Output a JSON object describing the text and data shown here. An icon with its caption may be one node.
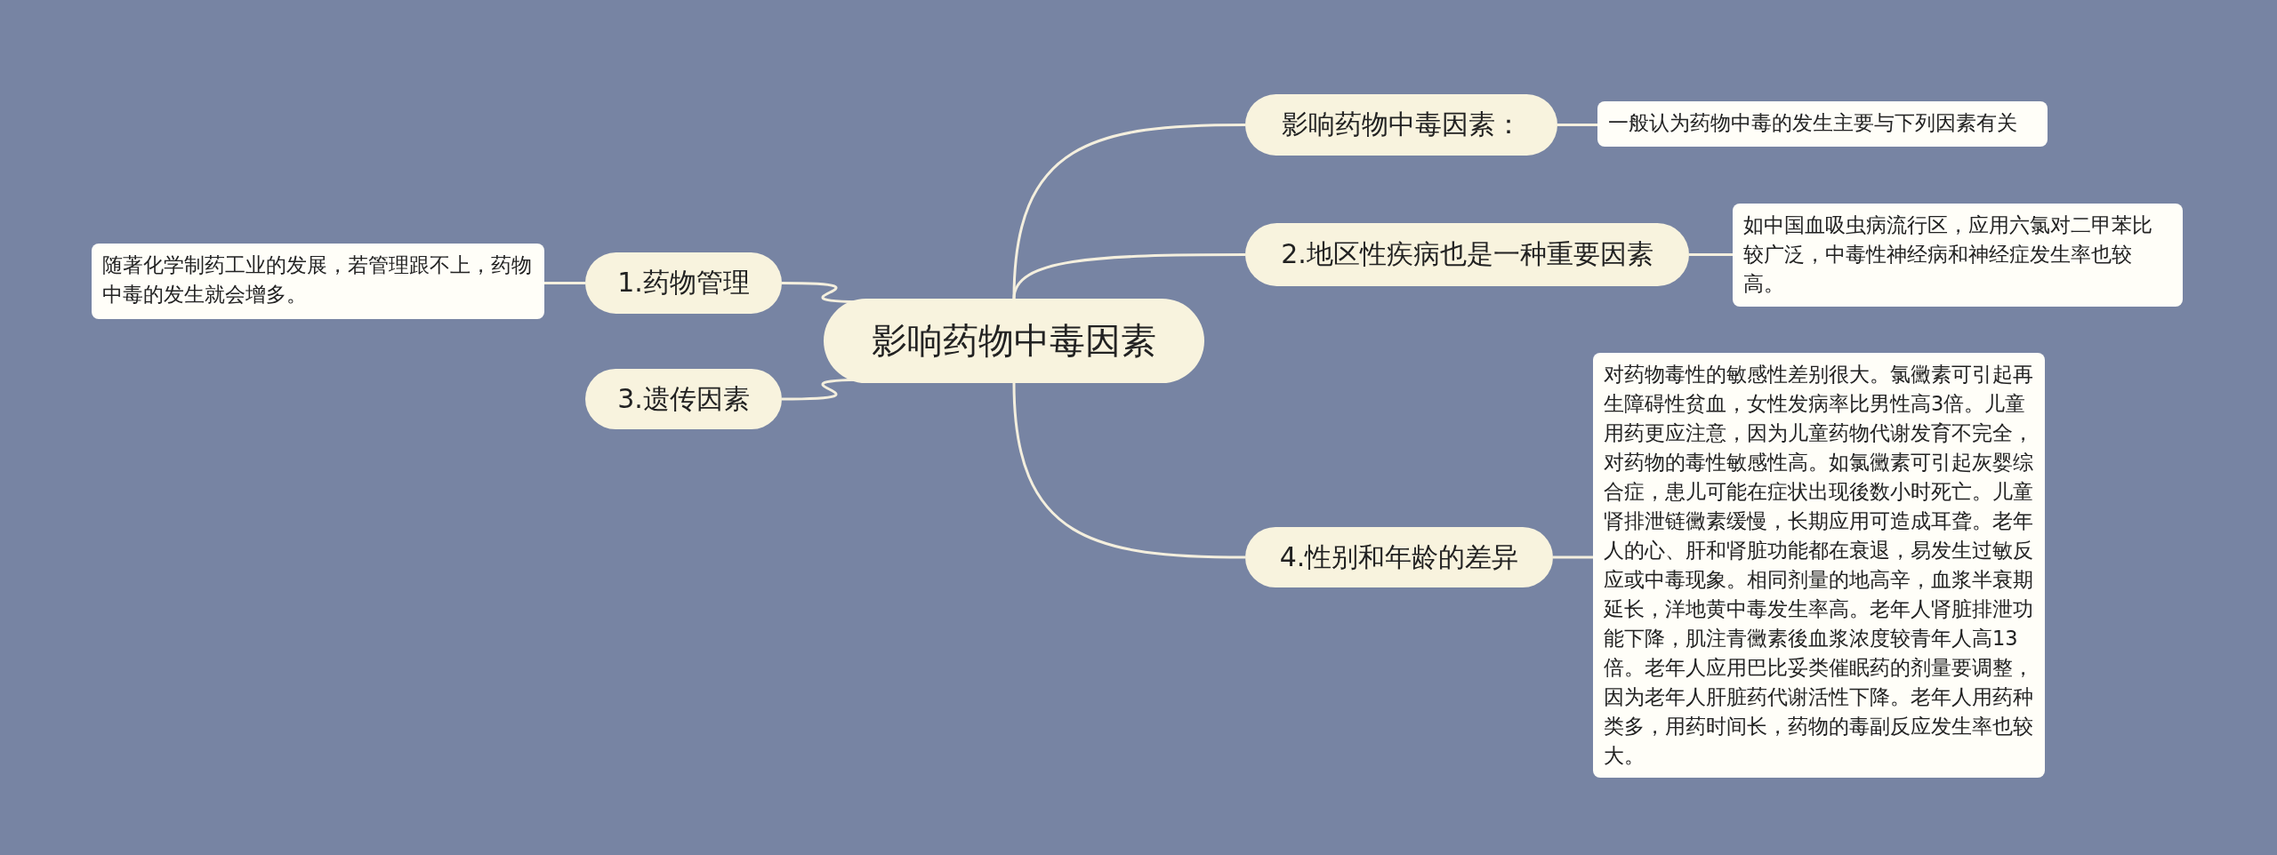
{
  "diagram": {
    "nodes": [
      {
        "text": [
          "影响药物中毒因素"
        ]
      },
      {
        "text": [
          "影响药物中毒因素："
        ]
      },
      {
        "text": [
          "一般认为药物中毒的发生主要与下列因素有关"
        ]
      },
      {
        "text": [
          "2.地区性疾病也是一种重要因素"
        ]
      },
      {
        "text": [
          "如中国血吸虫病流行区，应用六氯对二甲苯比较广泛，中毒性神经病和神经症发生率也较高。"
        ]
      },
      {
        "text": [
          "1.药物管理"
        ]
      },
      {
        "text": [
          "随著化学制药工业的发展，若管理跟不上，药物中毒的发生就会增多。"
        ]
      },
      {
        "text": [
          "3.遗传因素"
        ]
      },
      {
        "text": [
          "4.性别和年龄的差异"
        ]
      },
      {
        "text": [
          "对药物毒性的敏感性差别很大。氯黴素可引起再生障碍性贫血，女性发病率比男性高3倍。儿童用药更应注意，因为儿童药物代谢发育不完全，对药物的毒性敏感性高。如氯黴素可引起灰婴综合症，患儿可能在症状出现後数小时死亡。儿童肾排泄链黴素缓慢，长期应用可造成耳聋。老年人的心、肝和肾脏功能都在衰退，易发生过敏反应或中毒现象。相同剂量的地高辛，血浆半衰期延长，洋地黄中毒发生率高。老年人肾脏排泄功能下降，肌注青黴素後血浆浓度较青年人高13倍。老年人应用巴比妥类催眠药的剂量要调整，因为老年人肝脏药代谢活性下降。老年人用药种类多，用药时间长，药物的毒副反应发生率也较大。"
        ]
      }
    ],
    "edges": [
      {
        "from": 0,
        "to": 1,
        "arrow": "none"
      },
      {
        "from": 1,
        "to": 2,
        "arrow": "none"
      },
      {
        "from": 0,
        "to": 3,
        "arrow": "none"
      },
      {
        "from": 3,
        "to": 4,
        "arrow": "none"
      },
      {
        "from": 0,
        "to": 5,
        "arrow": "none"
      },
      {
        "from": 5,
        "to": 6,
        "arrow": "none"
      },
      {
        "from": 0,
        "to": 7,
        "arrow": "none"
      },
      {
        "from": 0,
        "to": 8,
        "arrow": "none"
      },
      {
        "from": 8,
        "to": 9,
        "arrow": "none"
      }
    ]
  }
}
